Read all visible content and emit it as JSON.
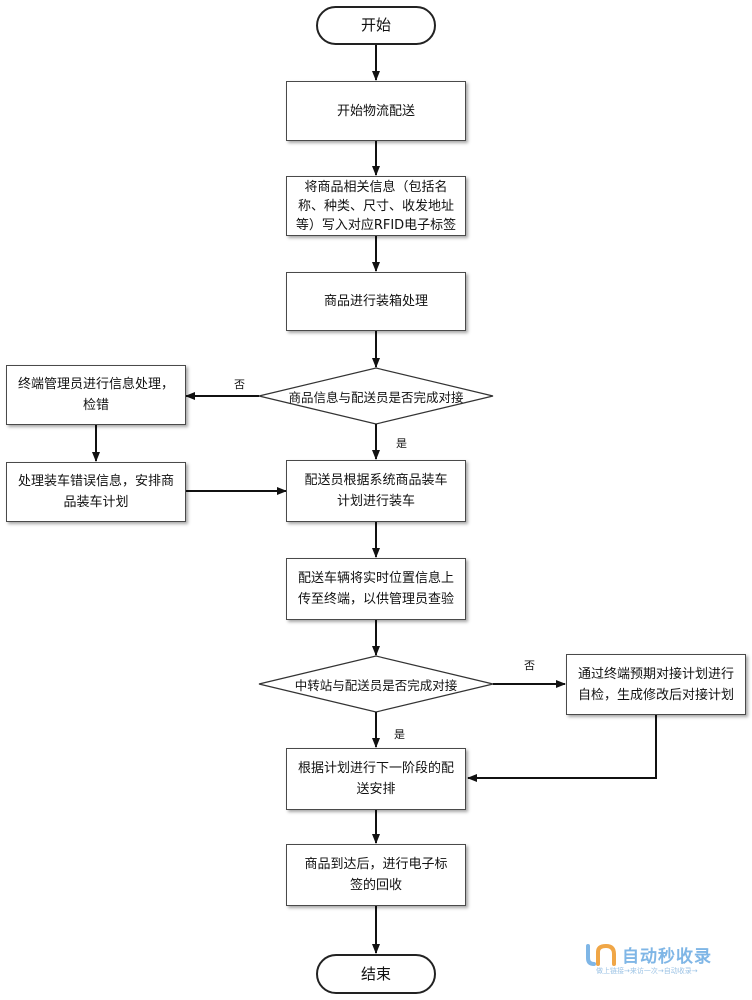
{
  "nodes": {
    "start": "开始",
    "begin_delivery": "开始物流配送",
    "write_rfid": "将商品相关信息（包括名称、种类、尺寸、收发地址等）写入对应RFID电子标签",
    "packing": "商品进行装箱处理",
    "decision_match": "商品信息与配送员是否完成对接",
    "terminal_admin": "终端管理员进行信息处理，检错",
    "handle_error": "处理装车错误信息，安排商品装车计划",
    "load_truck": "配送员根据系统商品装车计划进行装车",
    "upload_location": "配送车辆将实时位置信息上传至终端，以供管理员查验",
    "decision_transfer": "中转站与配送员是否完成对接",
    "self_check": "通过终端预期对接计划进行自检，生成修改后对接计划",
    "next_stage": "根据计划进行下一阶段的配送安排",
    "recycle": "商品到达后，进行电子标签的回收",
    "end": "结束"
  },
  "edge_labels": {
    "no_1": "否",
    "yes_1": "是",
    "no_2": "否",
    "yes_2": "是"
  },
  "watermark": {
    "brand": "自动秒收录",
    "tagline": "做上链接→来访一次→自动收录→"
  }
}
